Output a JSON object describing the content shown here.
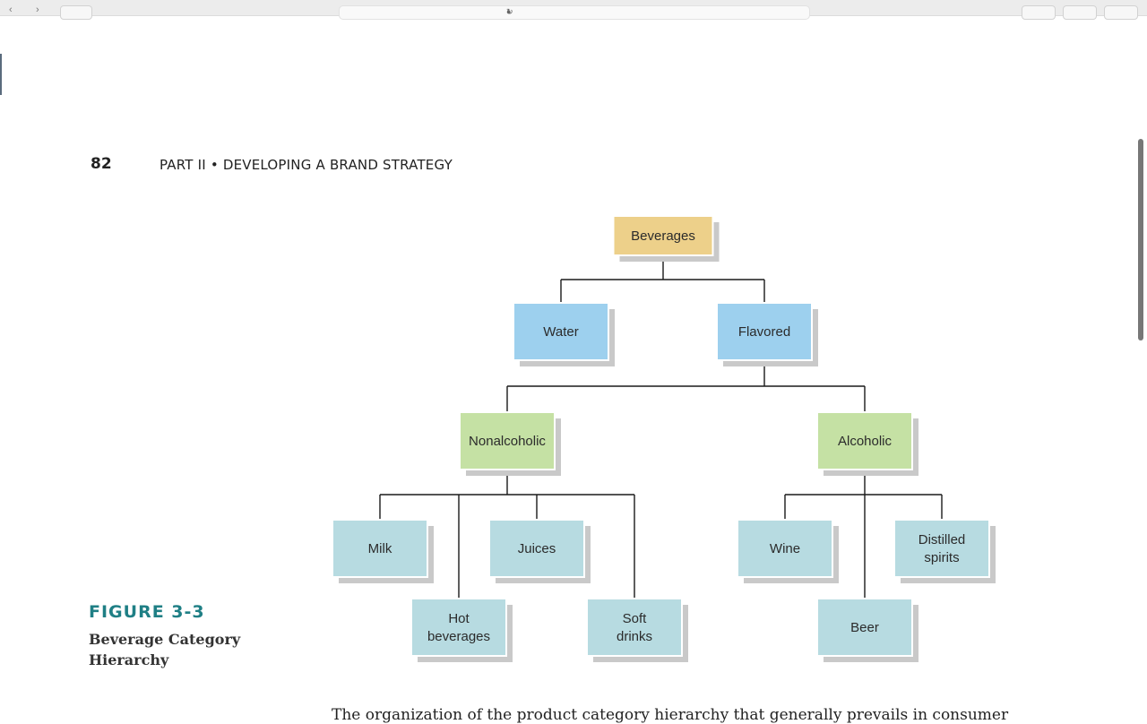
{
  "header": {
    "page_number": "82",
    "running_head": "PART II • DEVELOPING A BRAND STRATEGY"
  },
  "figure": {
    "label": "FIGURE 3-3",
    "caption_line1": "Beverage Category",
    "caption_line2": "Hierarchy"
  },
  "colors": {
    "root": "#edd08a",
    "level1": "#9dd0ee",
    "level2": "#c5e1a4",
    "leaf": "#b7dbe1",
    "shadow": "#c9c9c9",
    "caption_accent": "#1f7f85"
  },
  "diagram": {
    "nodes": [
      {
        "id": "beverages",
        "lines": [
          "Beverages"
        ],
        "level": "root"
      },
      {
        "id": "water",
        "lines": [
          "Water"
        ],
        "level": "level1"
      },
      {
        "id": "flavored",
        "lines": [
          "Flavored"
        ],
        "level": "level1"
      },
      {
        "id": "nonalcoholic",
        "lines": [
          "Nonalcoholic"
        ],
        "level": "level2"
      },
      {
        "id": "alcoholic",
        "lines": [
          "Alcoholic"
        ],
        "level": "level2"
      },
      {
        "id": "milk",
        "lines": [
          "Milk"
        ],
        "level": "leaf"
      },
      {
        "id": "hot-beverages",
        "lines": [
          "Hot",
          "beverages"
        ],
        "level": "leaf"
      },
      {
        "id": "juices",
        "lines": [
          "Juices"
        ],
        "level": "leaf"
      },
      {
        "id": "soft-drinks",
        "lines": [
          "Soft",
          "drinks"
        ],
        "level": "leaf"
      },
      {
        "id": "wine",
        "lines": [
          "Wine"
        ],
        "level": "leaf"
      },
      {
        "id": "beer",
        "lines": [
          "Beer"
        ],
        "level": "leaf"
      },
      {
        "id": "distilled-spirits",
        "lines": [
          "Distilled",
          "spirits"
        ],
        "level": "leaf"
      }
    ],
    "edges": [
      {
        "from": "beverages",
        "to": "water"
      },
      {
        "from": "beverages",
        "to": "flavored"
      },
      {
        "from": "flavored",
        "to": "nonalcoholic"
      },
      {
        "from": "flavored",
        "to": "alcoholic"
      },
      {
        "from": "nonalcoholic",
        "to": "milk"
      },
      {
        "from": "nonalcoholic",
        "to": "hot-beverages"
      },
      {
        "from": "nonalcoholic",
        "to": "juices"
      },
      {
        "from": "nonalcoholic",
        "to": "soft-drinks"
      },
      {
        "from": "alcoholic",
        "to": "wine"
      },
      {
        "from": "alcoholic",
        "to": "beer"
      },
      {
        "from": "alcoholic",
        "to": "distilled-spirits"
      }
    ]
  },
  "body_text_fragment": "The organization of the product category hierarchy that generally prevails in consumer"
}
